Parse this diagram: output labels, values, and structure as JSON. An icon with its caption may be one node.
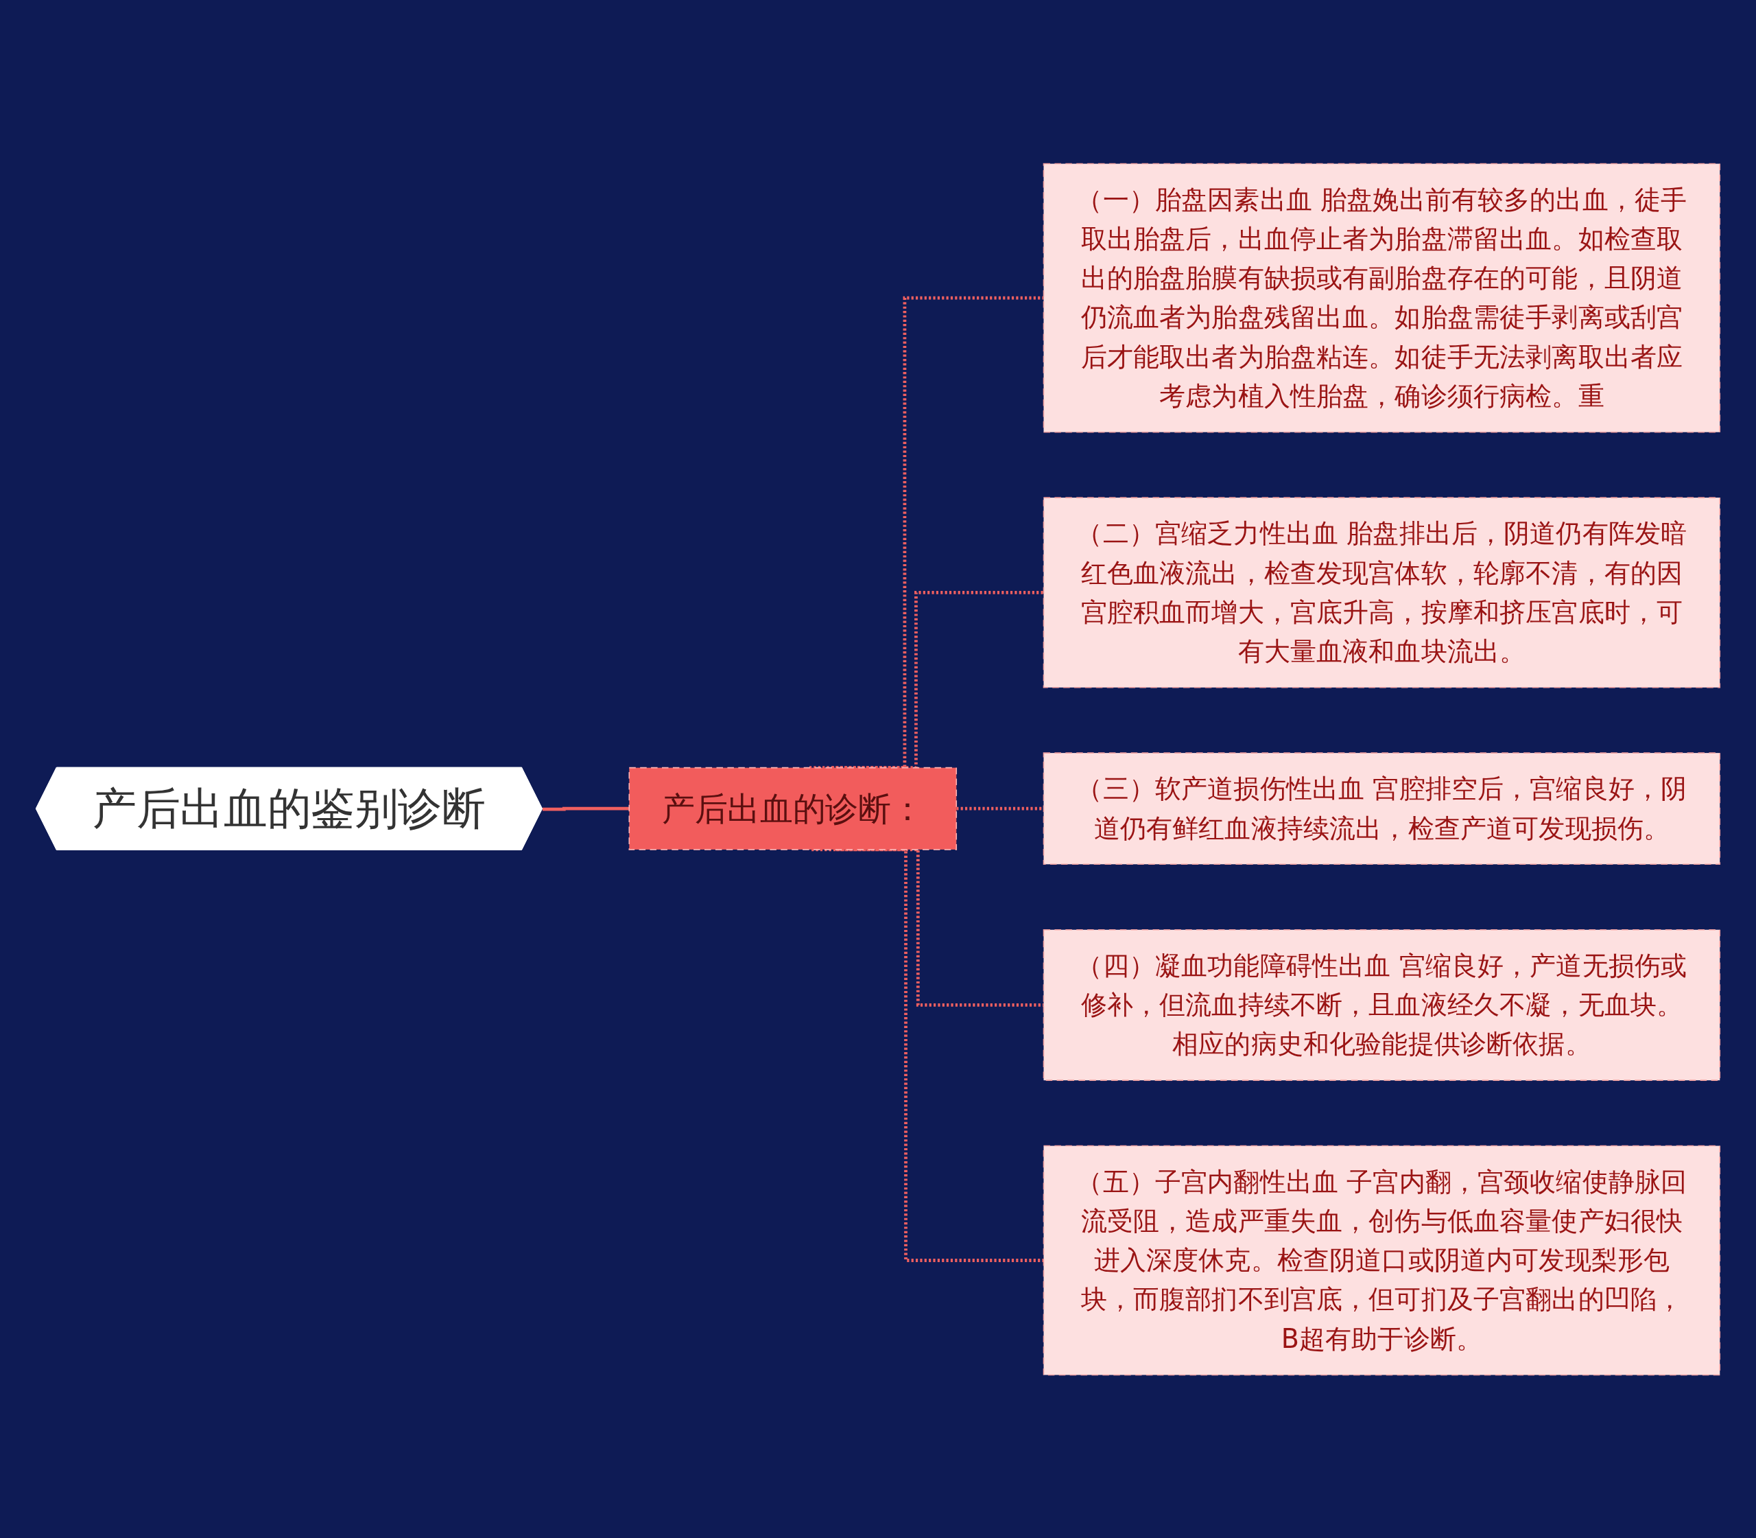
{
  "diagram": {
    "nodes": [
      {
        "text": [
          "产后出血的鉴别诊断"
        ]
      },
      {
        "text": [
          "产后出血的诊断："
        ]
      },
      {
        "text": [
          "（一）胎盘因素出血 胎盘娩出前有较多的出血，徒手取出胎盘后，出血停止者为胎盘滞留出血。如检查取出的胎盘胎膜有缺损或有副胎盘存在的可能，且阴道仍流血者为胎盘残留出血。如胎盘需徒手剥离或刮宫后才能取出者为胎盘粘连。如徒手无法剥离取出者应考虑为植入性胎盘，确诊须行病检。重"
        ]
      },
      {
        "text": [
          "（二）宫缩乏力性出血 胎盘排出后，阴道仍有阵发暗红色血液流出，检查发现宫体软，轮廓不清，有的因宫腔积血而增大，宫底升高，按摩和挤压宫底时，可有大量血液和血块流出。"
        ]
      },
      {
        "text": [
          "（三）软产道损伤性出血 宫腔排空后，宫缩良好，阴道仍有鲜红血液持续流出，检查产道可发现损伤。"
        ]
      },
      {
        "text": [
          "（四）凝血功能障碍性出血 宫缩良好，产道无损伤或修补，但流血持续不断，且血液经久不凝，无血块。相应的病史和化验能提供诊断依据。"
        ]
      },
      {
        "text": [
          "（五）子宫内翻性出血 子宫内翻，宫颈收缩使静脉回流受阻，造成严重失血，创伤与低血容量使产妇很快进入深度休克。检查阴道口或阴道内可发现梨形包块，而腹部扪不到宫底，但可扪及子宫翻出的凹陷，B超有助于诊断。"
        ]
      }
    ],
    "edges": [
      {
        "from": 0,
        "to": 1,
        "arrow": "none"
      },
      {
        "from": 1,
        "to": 2,
        "arrow": "none",
        "style": "dashed"
      },
      {
        "from": 1,
        "to": 3,
        "arrow": "none",
        "style": "dashed"
      },
      {
        "from": 1,
        "to": 4,
        "arrow": "none",
        "style": "dashed"
      },
      {
        "from": 1,
        "to": 5,
        "arrow": "none",
        "style": "dashed"
      },
      {
        "from": 1,
        "to": 6,
        "arrow": "none",
        "style": "dashed"
      }
    ]
  }
}
